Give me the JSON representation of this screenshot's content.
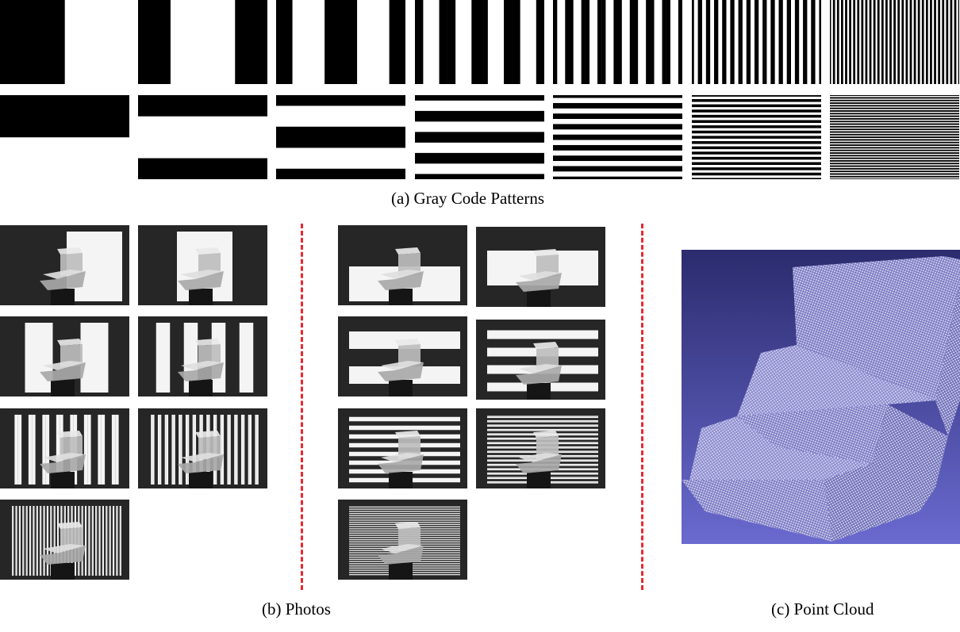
{
  "captions": {
    "patterns": "(a) Gray Code Patterns",
    "photos": "(b) Photos",
    "cloud": "(c) Point Cloud"
  },
  "pattern_set": {
    "vertical_stripe_counts": [
      2,
      4,
      8,
      16,
      32,
      64,
      128
    ],
    "horizontal_stripe_counts": [
      2,
      4,
      8,
      16,
      32,
      64,
      128
    ]
  },
  "photo_set": {
    "vertical_group_count": 7,
    "horizontal_group_count": 7
  },
  "colors": {
    "divider": "#e8292e",
    "cloud_top": "#2b2b6e",
    "cloud_bottom": "#6a6ad0",
    "cloud_points": "#dcdcf2"
  }
}
